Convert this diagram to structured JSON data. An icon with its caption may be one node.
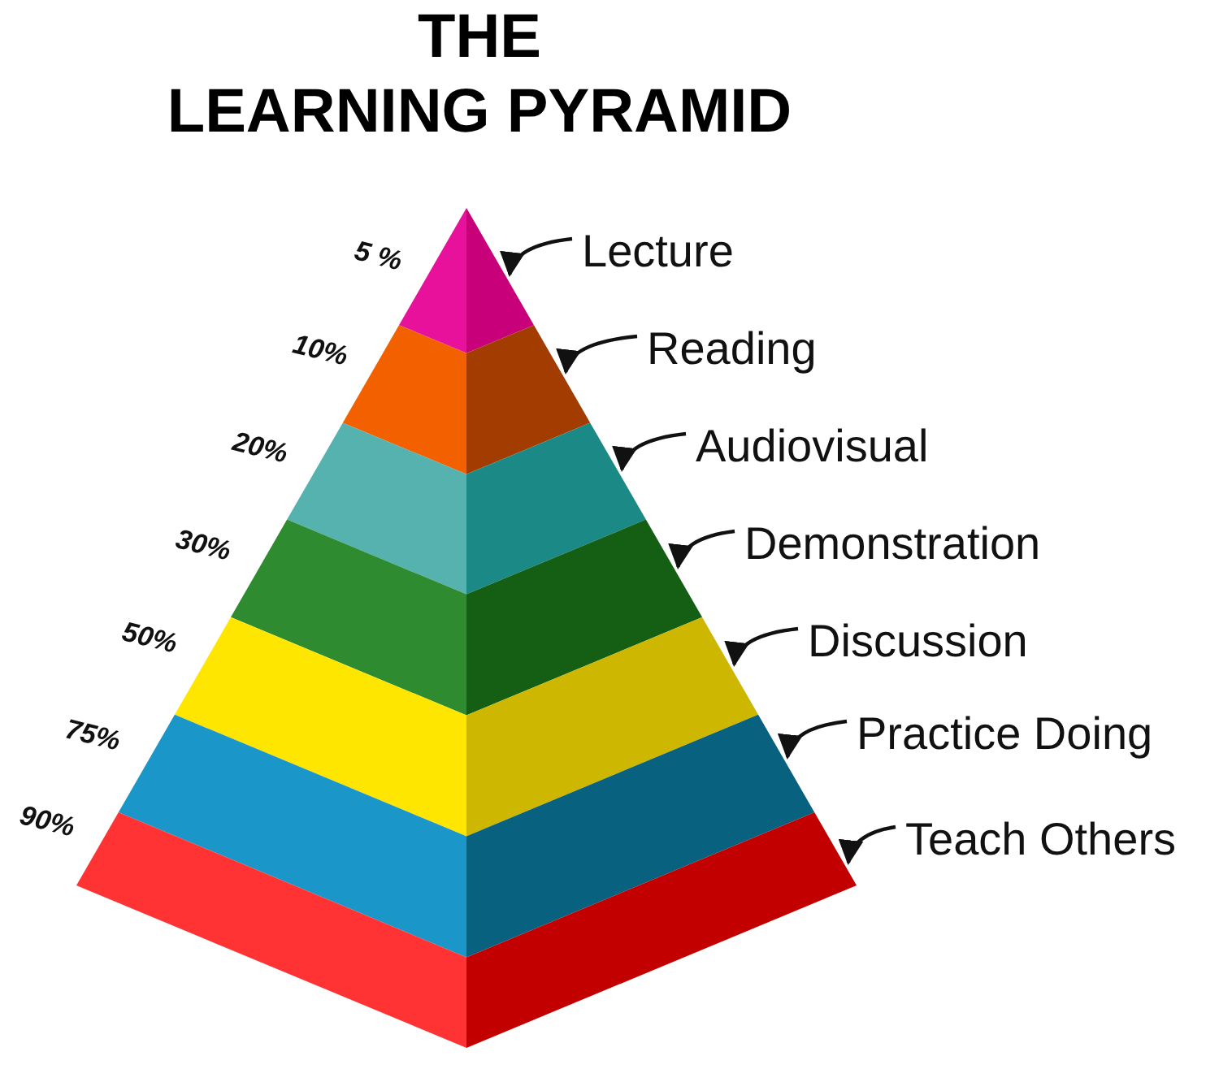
{
  "diagram": {
    "title": "THE LEARNING PYRAMID",
    "nodes": [
      {
        "text": [],
        "shape": "band",
        "beside": [
          "5 %"
        ]
      },
      {
        "text": [],
        "shape": "band",
        "beside": [
          "10%"
        ]
      },
      {
        "text": [],
        "shape": "band",
        "beside": [
          "20%"
        ]
      },
      {
        "text": [],
        "shape": "band",
        "beside": [
          "30%"
        ]
      },
      {
        "text": [],
        "shape": "band",
        "beside": [
          "50%"
        ]
      },
      {
        "text": [],
        "shape": "band",
        "beside": [
          "75%"
        ]
      },
      {
        "text": [],
        "shape": "band",
        "beside": [
          "90%"
        ]
      },
      {
        "text": [
          "Lecture"
        ]
      },
      {
        "text": [
          "Reading"
        ]
      },
      {
        "text": [
          "Audiovisual"
        ]
      },
      {
        "text": [
          "Demonstration"
        ]
      },
      {
        "text": [
          "Discussion"
        ]
      },
      {
        "text": [
          "Practice Doing"
        ]
      },
      {
        "text": [
          "Teach Others"
        ]
      }
    ],
    "edges": [
      {
        "from": 7,
        "to": 0,
        "arrow": "to"
      },
      {
        "from": 8,
        "to": 1,
        "arrow": "to"
      },
      {
        "from": 9,
        "to": 2,
        "arrow": "to"
      },
      {
        "from": 10,
        "to": 3,
        "arrow": "to"
      },
      {
        "from": 11,
        "to": 4,
        "arrow": "to"
      },
      {
        "from": 12,
        "to": 5,
        "arrow": "to"
      },
      {
        "from": 13,
        "to": 6,
        "arrow": "to"
      }
    ]
  }
}
